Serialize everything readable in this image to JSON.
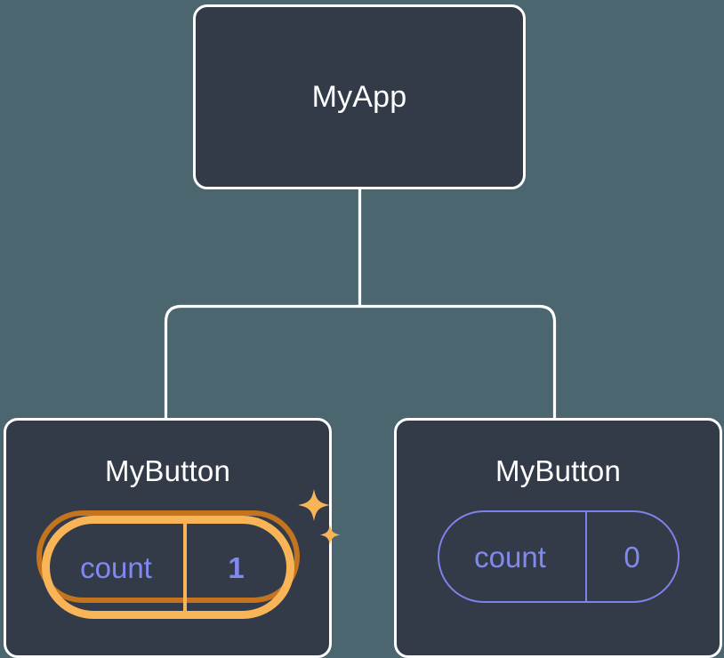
{
  "diagram": {
    "type": "component-tree",
    "background_color": "#4c666f",
    "node_fill": "#333b49",
    "node_border_color": "#ffffff",
    "connector_color": "#ffffff",
    "accent_highlight_outer": "#c4741e",
    "accent_highlight_inner": "#f9b458",
    "state_text_color": "#8189f0",
    "title_text_color": "#ffffff"
  },
  "root": {
    "title": "MyApp"
  },
  "children": [
    {
      "title": "MyButton",
      "state": {
        "key": "count",
        "value": "1"
      },
      "highlighted": true,
      "sparkle_icons": [
        "sparkle-large-icon",
        "sparkle-small-icon"
      ]
    },
    {
      "title": "MyButton",
      "state": {
        "key": "count",
        "value": "0"
      },
      "highlighted": false,
      "sparkle_icons": []
    }
  ]
}
